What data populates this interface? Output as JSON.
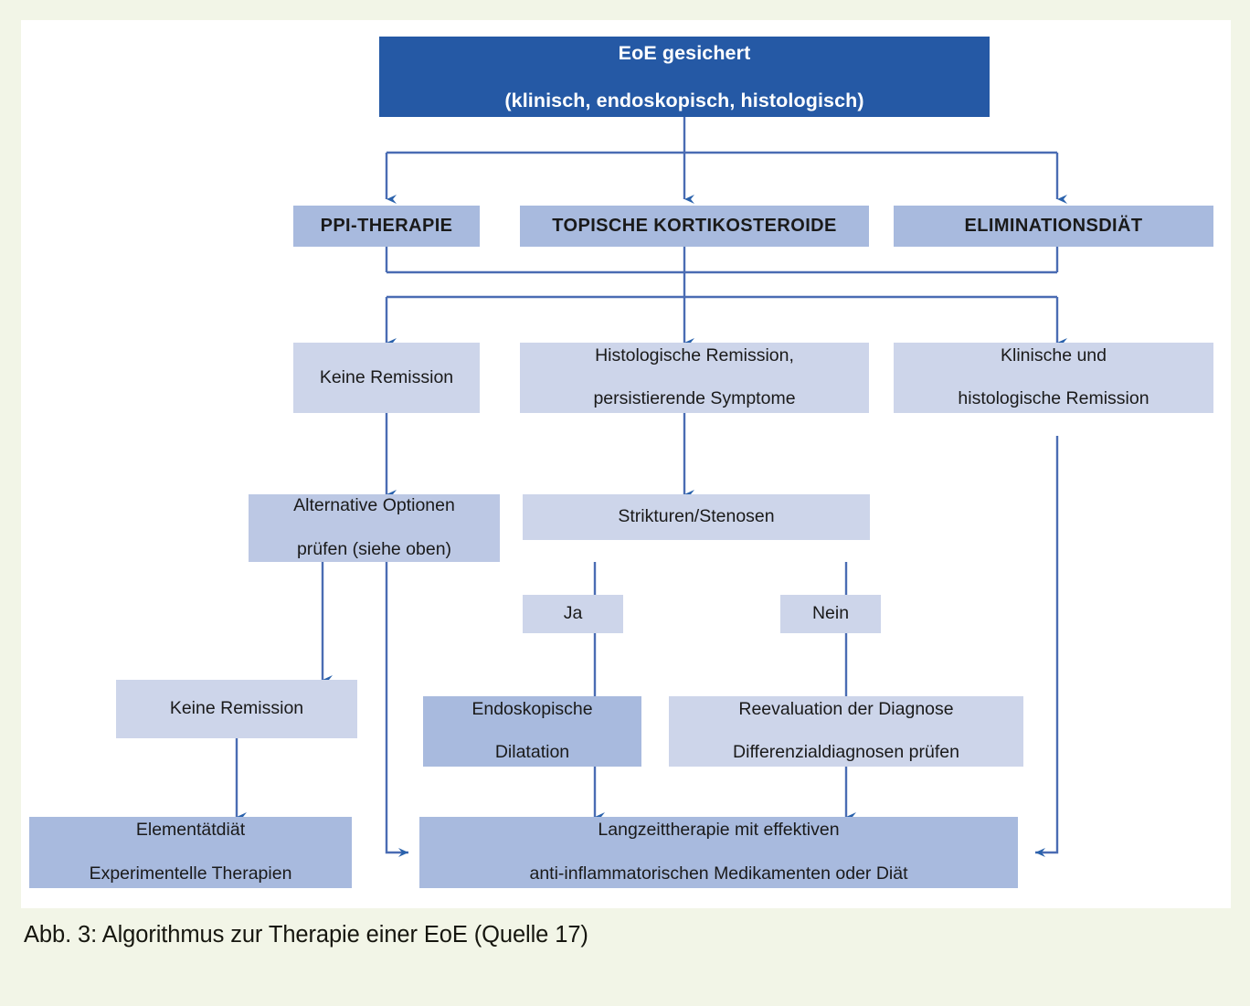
{
  "figure": {
    "caption": "Abb. 3: Algorithmus zur Therapie einer EoE (Quelle 17)",
    "colors": {
      "page_background": "#f2f5e7",
      "canvas": "#ffffff",
      "dark_blue": "#2559a5",
      "mid_blue": "#a8bade",
      "light_blue": "#cdd5ea",
      "connector": "#4a6cb3"
    }
  },
  "nodes": {
    "root": {
      "line1": "EoE gesichert",
      "line2": "(klinisch, endoskopisch, histologisch)"
    },
    "therapies": [
      {
        "label": "PPI-THERAPIE"
      },
      {
        "label": "TOPISCHE KORTIKOSTEROIDE"
      },
      {
        "label": "ELIMINATIONSDIÄT"
      }
    ],
    "outcomes": [
      {
        "line1": "Keine Remission",
        "line2": ""
      },
      {
        "line1": "Histologische Remission,",
        "line2": "persistierende Symptome"
      },
      {
        "line1": "Klinische und",
        "line2": "histologische Remission"
      }
    ],
    "alternative_options": {
      "line1": "Alternative Optionen",
      "line2": "prüfen (siehe oben)"
    },
    "strictures": {
      "label": "Strikturen/Stenosen"
    },
    "branch_yes": {
      "label": "Ja"
    },
    "branch_no": {
      "label": "Nein"
    },
    "no_remission_2": {
      "label": "Keine Remission"
    },
    "dilatation": {
      "line1": "Endoskopische",
      "line2": "Dilatation"
    },
    "reevaluation": {
      "line1": "Reevaluation der Diagnose",
      "line2": "Differenzialdiagnosen prüfen"
    },
    "elemental_diet": {
      "line1": "Elementätdiät",
      "line2": "Experimentelle Therapien"
    },
    "long_term": {
      "line1": "Langzeittherapie mit effektiven",
      "line2": "anti-inflammatorischen Medikamenten oder Diät"
    }
  }
}
